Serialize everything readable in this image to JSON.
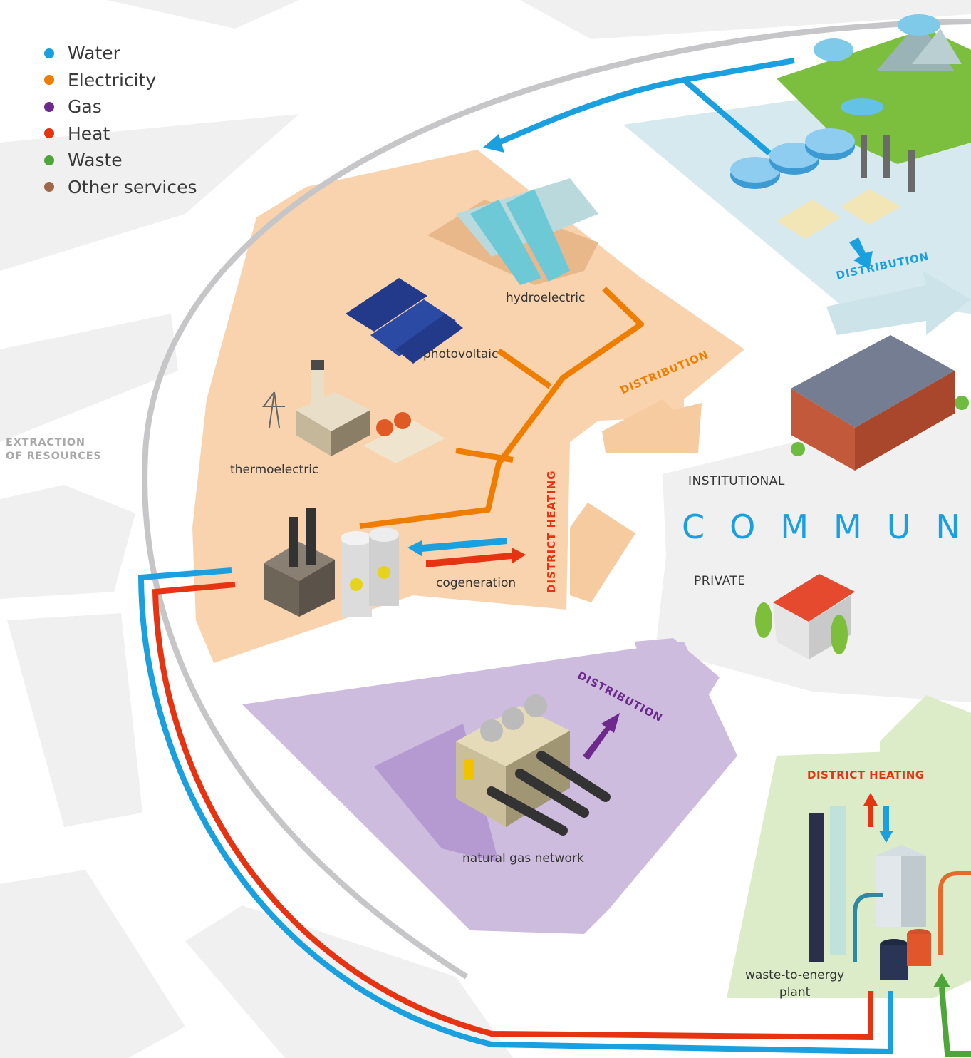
{
  "legend": [
    {
      "label": "Water",
      "color": "#1aa0df"
    },
    {
      "label": "Electricity",
      "color": "#ef7d00"
    },
    {
      "label": "Gas",
      "color": "#6d2a8c"
    },
    {
      "label": "Heat",
      "color": "#e63312"
    },
    {
      "label": "Waste",
      "color": "#4ea53a"
    },
    {
      "label": "Other services",
      "color": "#a0674b"
    }
  ],
  "labels": {
    "extraction": [
      "EXTRACTION",
      "OF RESOURCES"
    ],
    "hydroelectric": "hydroelectric",
    "photovoltaic": "photovoltaic",
    "thermoelectric": "thermoelectric",
    "cogeneration": "cogeneration",
    "natural_gas_network": "natural gas network",
    "waste_to_energy": [
      "waste-to-energy",
      "plant"
    ],
    "institutional": "INSTITUTIONAL",
    "private": "PRIVATE",
    "community": "COMMUN"
  },
  "distribution": {
    "water": "DISTRIBUTION",
    "electricity": "DISTRIBUTION",
    "gas": "DISTRIBUTION",
    "district_heating_vertical": "DISTRICT HEATING",
    "district_heating_waste": "DISTRICT HEATING"
  },
  "icons": {
    "water_treatment": "water-treatment-plant-icon",
    "mountains": "mountain-landscape-icon",
    "hydroelectric": "hydroelectric-dam-icon",
    "photovoltaic": "solar-panel-icon",
    "thermoelectric": "thermoelectric-plant-icon",
    "cogeneration": "cogeneration-plant-icon",
    "gas": "gas-compressor-icon",
    "institutional": "institutional-building-icon",
    "private": "house-icon",
    "waste": "waste-to-energy-plant-icon"
  }
}
